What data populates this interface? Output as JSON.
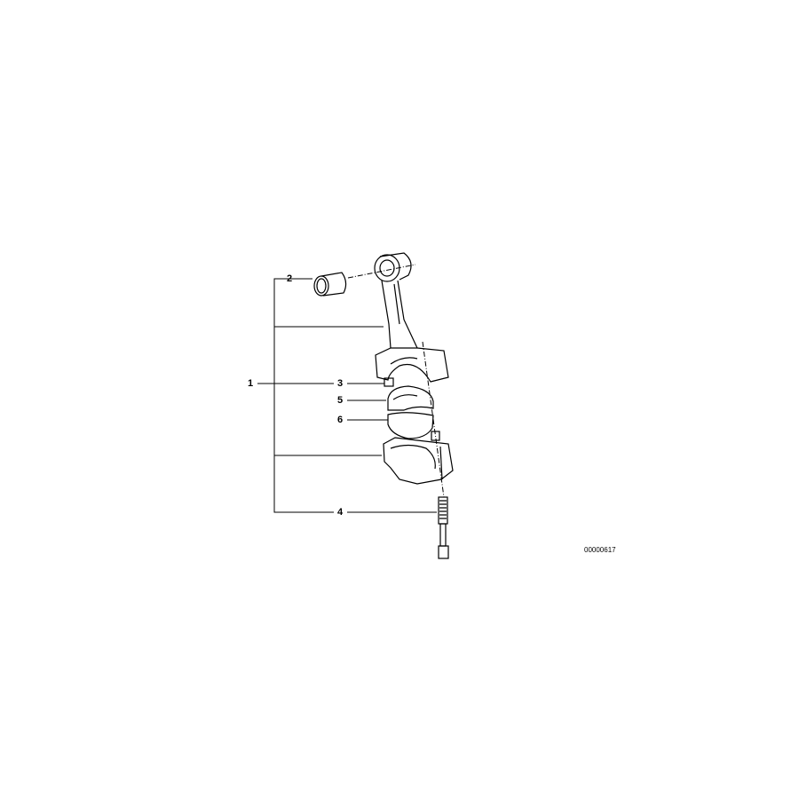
{
  "diagram": {
    "callouts": [
      {
        "id": "1",
        "label": "1"
      },
      {
        "id": "2",
        "label": "2"
      },
      {
        "id": "3",
        "label": "3"
      },
      {
        "id": "4",
        "label": "4"
      },
      {
        "id": "5",
        "label": "5"
      },
      {
        "id": "6",
        "label": "6"
      }
    ],
    "drawing_code": "00000617",
    "line_color": "#000000",
    "background": "#ffffff"
  }
}
